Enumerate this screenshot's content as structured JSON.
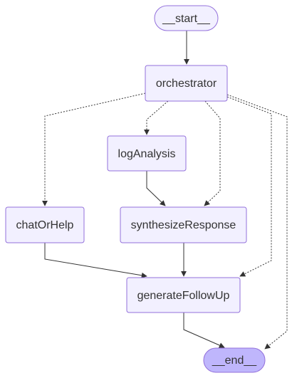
{
  "nodes": {
    "start": {
      "label": "__start__",
      "kind": "terminal"
    },
    "orchestrator": {
      "label": "orchestrator",
      "kind": "process"
    },
    "logAnalysis": {
      "label": "logAnalysis",
      "kind": "process"
    },
    "chatOrHelp": {
      "label": "chatOrHelp",
      "kind": "process"
    },
    "synthesizeResponse": {
      "label": "synthesizeResponse",
      "kind": "process"
    },
    "generateFollowUp": {
      "label": "generateFollowUp",
      "kind": "process"
    },
    "end": {
      "label": "__end__",
      "kind": "terminal"
    }
  },
  "edges": [
    {
      "from": "start",
      "to": "orchestrator",
      "style": "solid"
    },
    {
      "from": "orchestrator",
      "to": "chatOrHelp",
      "style": "dashed"
    },
    {
      "from": "orchestrator",
      "to": "logAnalysis",
      "style": "dashed"
    },
    {
      "from": "orchestrator",
      "to": "synthesizeResponse",
      "style": "dashed"
    },
    {
      "from": "orchestrator",
      "to": "generateFollowUp",
      "style": "dashed"
    },
    {
      "from": "orchestrator",
      "to": "end",
      "style": "dashed"
    },
    {
      "from": "logAnalysis",
      "to": "synthesizeResponse",
      "style": "solid"
    },
    {
      "from": "chatOrHelp",
      "to": "generateFollowUp",
      "style": "solid"
    },
    {
      "from": "synthesizeResponse",
      "to": "generateFollowUp",
      "style": "solid"
    },
    {
      "from": "generateFollowUp",
      "to": "end",
      "style": "solid"
    }
  ],
  "colors": {
    "node_fill": "#f2f0ff",
    "node_stroke": "#9370db",
    "end_fill": "#bfb6fc",
    "text": "#333333",
    "edge": "#333333"
  }
}
